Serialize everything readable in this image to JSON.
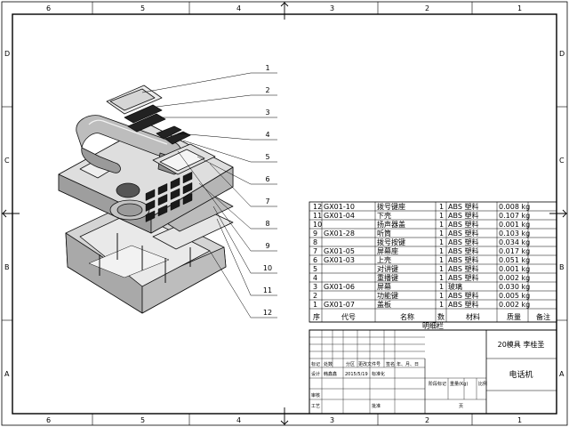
{
  "frame": {
    "top_numbers": [
      "6",
      "5",
      "4",
      "3",
      "2",
      "1"
    ],
    "bottom_numbers": [
      "6",
      "5",
      "4",
      "3",
      "2",
      "1"
    ],
    "left_letters": [
      "D",
      "C",
      "B",
      "A"
    ],
    "right_letters": [
      "D",
      "C",
      "B",
      "A"
    ]
  },
  "balloons": [
    "1",
    "2",
    "3",
    "4",
    "5",
    "6",
    "7",
    "8",
    "9",
    "10",
    "11",
    "12"
  ],
  "bom": {
    "rows": [
      {
        "no": "12",
        "code": "GX01-10",
        "name": "拨号键座",
        "qty": "1",
        "material": "ABS 塑料",
        "mass": "0.008 kg",
        "note": ""
      },
      {
        "no": "11",
        "code": "GX01-04",
        "name": "下壳",
        "qty": "1",
        "material": "ABS 塑料",
        "mass": "0.107 kg",
        "note": ""
      },
      {
        "no": "10",
        "code": "",
        "name": "扬声器盖",
        "qty": "1",
        "material": "ABS 塑料",
        "mass": "0.001 kg",
        "note": ""
      },
      {
        "no": "9",
        "code": "GX01-28",
        "name": "听筒",
        "qty": "1",
        "material": "ABS 塑料",
        "mass": "0.103 kg",
        "note": ""
      },
      {
        "no": "8",
        "code": "",
        "name": "拨号按键",
        "qty": "1",
        "material": "ABS 塑料",
        "mass": "0.034 kg",
        "note": ""
      },
      {
        "no": "7",
        "code": "GX01-05",
        "name": "屏幕座",
        "qty": "1",
        "material": "ABS 塑料",
        "mass": "0.017 kg",
        "note": ""
      },
      {
        "no": "6",
        "code": "GX01-03",
        "name": "上壳",
        "qty": "1",
        "material": "ABS 塑料",
        "mass": "0.051 kg",
        "note": ""
      },
      {
        "no": "5",
        "code": "",
        "name": "对讲键",
        "qty": "1",
        "material": "ABS 塑料",
        "mass": "0.001 kg",
        "note": ""
      },
      {
        "no": "4",
        "code": "",
        "name": "重播键",
        "qty": "1",
        "material": "ABS 塑料",
        "mass": "0.002 kg",
        "note": ""
      },
      {
        "no": "3",
        "code": "GX01-06",
        "name": "屏幕",
        "qty": "1",
        "material": "玻璃",
        "mass": "0.030 kg",
        "note": ""
      },
      {
        "no": "2",
        "code": "",
        "name": "功能键",
        "qty": "1",
        "material": "ABS 塑料",
        "mass": "0.005 kg",
        "note": ""
      },
      {
        "no": "1",
        "code": "GX01-07",
        "name": "盖板",
        "qty": "1",
        "material": "ABS 塑料",
        "mass": "0.002 kg",
        "note": ""
      }
    ],
    "header": {
      "no": "序",
      "code": "代号",
      "name": "名称",
      "qty": "数",
      "material": "材料",
      "mass": "质量",
      "note": "备注"
    },
    "caption": "明细栏"
  },
  "title_block": {
    "author": "20模具 李桂圣",
    "drawing_name": "电话机",
    "labels": {
      "mark": "标记",
      "count": "处数",
      "zone": "分区",
      "change_doc": "更改文件号",
      "signature": "签名",
      "date_cols": "年、月、日",
      "design": "设计",
      "designer": "韩鑫鑫",
      "design_date": "2015/5/19",
      "standard": "标准化",
      "stage_mark": "阶段标记",
      "weight": "重量(Kg)",
      "scale": "比例",
      "review": "审核",
      "process": "工艺",
      "approve": "批准",
      "sheet": "页"
    }
  }
}
